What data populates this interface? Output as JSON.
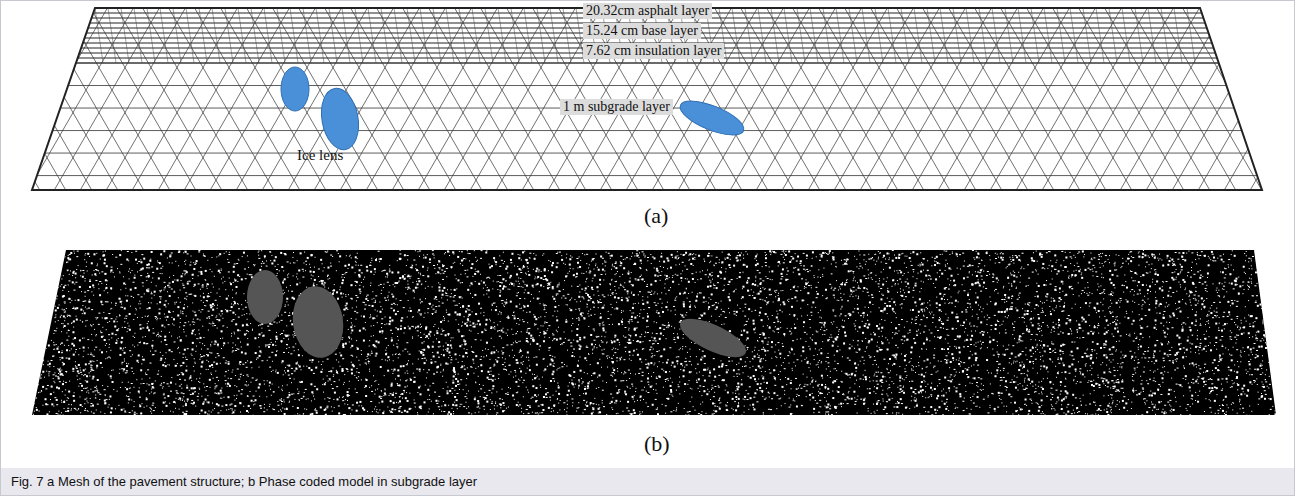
{
  "diagram": {
    "caption": "Fig. 7 a Mesh of the pavement structure; b Phase coded model in subgrade layer",
    "labels": [
      "20.32cm asphalt layer",
      "15.24 cm base layer",
      "7.62 cm insulation layer",
      "Ice lens",
      "1 m subgrade layer",
      "(a)",
      "(b)"
    ]
  }
}
